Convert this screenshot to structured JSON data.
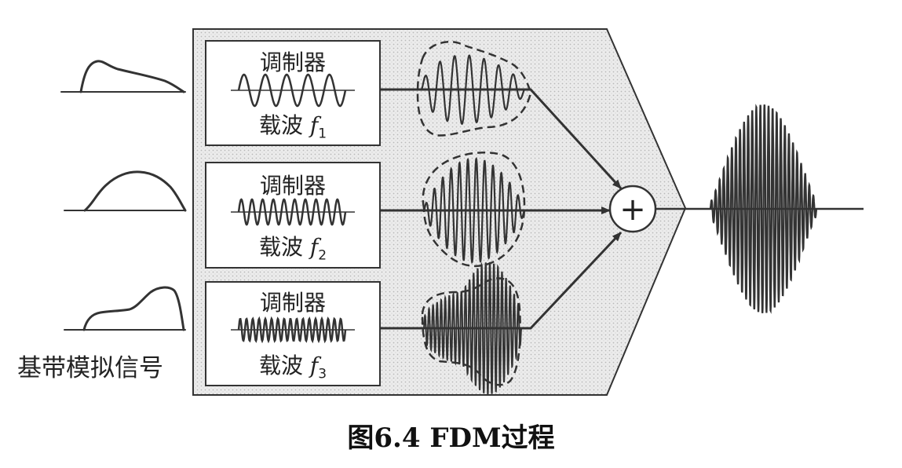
{
  "baseband_label": "基带模拟信号",
  "modulators": [
    {
      "title": "调制器",
      "carrier_text": "载波",
      "f": "f",
      "sub": "1"
    },
    {
      "title": "调制器",
      "carrier_text": "载波",
      "f": "f",
      "sub": "2"
    },
    {
      "title": "调制器",
      "carrier_text": "载波",
      "f": "f",
      "sub": "3"
    }
  ],
  "summer_symbol": "+",
  "caption": "图6.4   FDM过程"
}
